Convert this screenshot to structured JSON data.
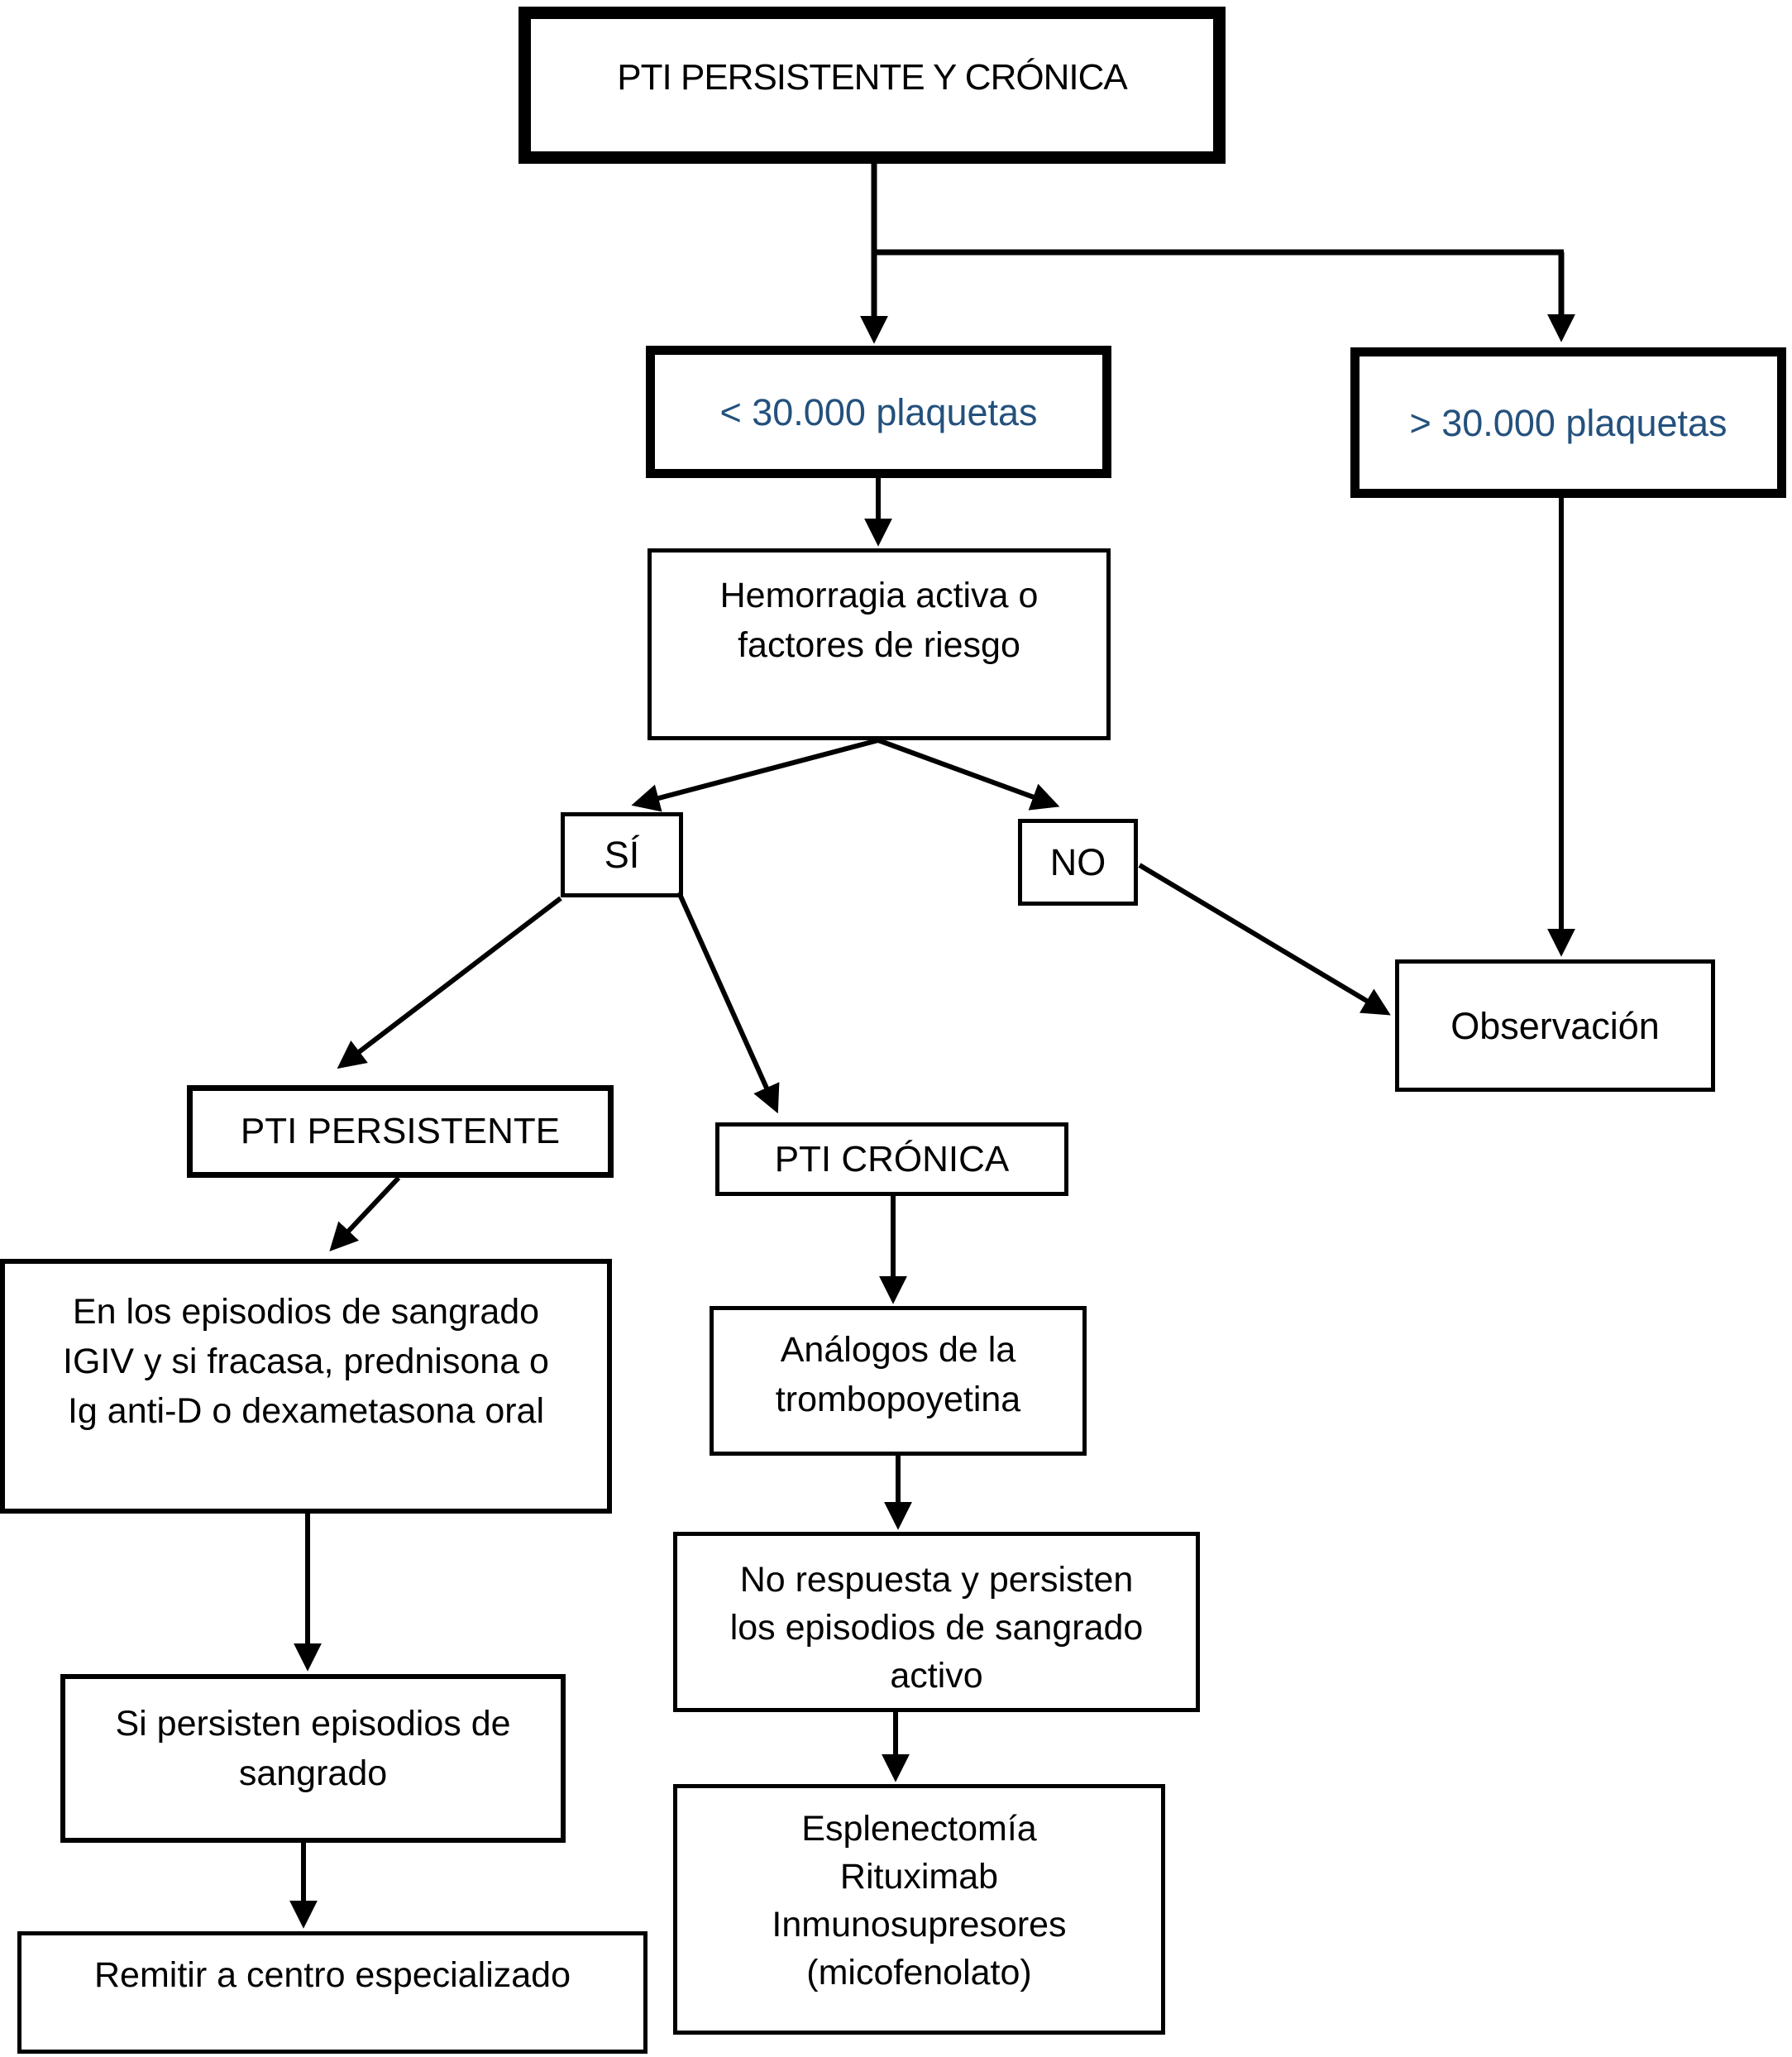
{
  "diagram": {
    "title": "PTI PERSISTENTE Y CRÓNICA",
    "colors": {
      "line": "#000000",
      "text": "#000000",
      "platelet_text": "#24517D",
      "background": "#FFFFFF"
    },
    "nodes": {
      "root": {
        "label": "PTI PERSISTENTE Y CRÓNICA"
      },
      "platelets_low": {
        "label": "< 30.000 plaquetas"
      },
      "platelets_high": {
        "label": "> 30.000 plaquetas"
      },
      "hemorrhage": {
        "lines": [
          "Hemorragia activa o",
          "factores de riesgo"
        ]
      },
      "yes": {
        "label": "SÍ"
      },
      "no": {
        "label": "NO"
      },
      "observation": {
        "label": "Observación"
      },
      "pti_persistent": {
        "label": "PTI PERSISTENTE"
      },
      "pti_chronic": {
        "label": "PTI CRÓNICA"
      },
      "bleeding_treatment": {
        "lines": [
          "En los episodios de sangrado",
          "IGIV y si fracasa, prednisona o",
          "Ig anti-D o dexametasona oral"
        ]
      },
      "tpo_analogues": {
        "lines": [
          "Análogos de la",
          "trombopoyetina"
        ]
      },
      "no_response": {
        "lines": [
          "No respuesta y persisten",
          "los episodios de sangrado",
          "activo"
        ]
      },
      "splenectomy": {
        "lines": [
          "Esplenectomía",
          "Rituximab",
          "Inmunosupresores",
          "(micofenolato)"
        ]
      },
      "persistent_bleeding": {
        "lines": [
          "Si persisten episodios de",
          "sangrado"
        ]
      },
      "refer": {
        "label": "Remitir a centro especializado"
      }
    }
  }
}
